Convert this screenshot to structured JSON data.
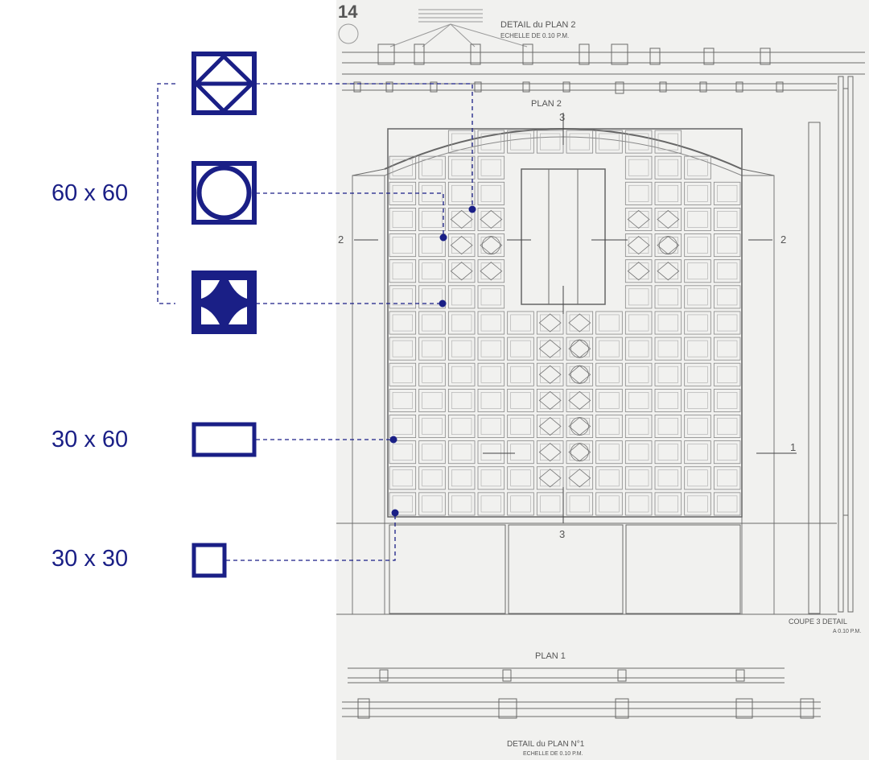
{
  "colors": {
    "accent": "#1a1f86",
    "paper": "#f1f1ef",
    "ink": "#555555"
  },
  "legend": {
    "groups": [
      {
        "label": "60 x 60",
        "items": [
          "diamond-block-icon",
          "circle-block-icon",
          "cross-block-icon"
        ]
      },
      {
        "label": "30 x 60",
        "items": [
          "rectangle-block-icon"
        ]
      },
      {
        "label": "30 x 30",
        "items": [
          "square-block-icon"
        ]
      }
    ]
  },
  "drawing": {
    "page_number": "14",
    "top_title": "DETAIL du PLAN 2",
    "top_scale": "ECHELLE DE 0.10 P.M.",
    "plan_2": "PLAN 2",
    "plan_1": "PLAN 1",
    "bottom_title": "DETAIL du PLAN N°1",
    "bottom_scale": "ECHELLE DE 0.10 P.M.",
    "section": "COUPE 3 DETAIL",
    "section_scale": "A 0.10 P.M.",
    "marker_2": "2",
    "marker_1": "1",
    "marker_3": "3"
  }
}
